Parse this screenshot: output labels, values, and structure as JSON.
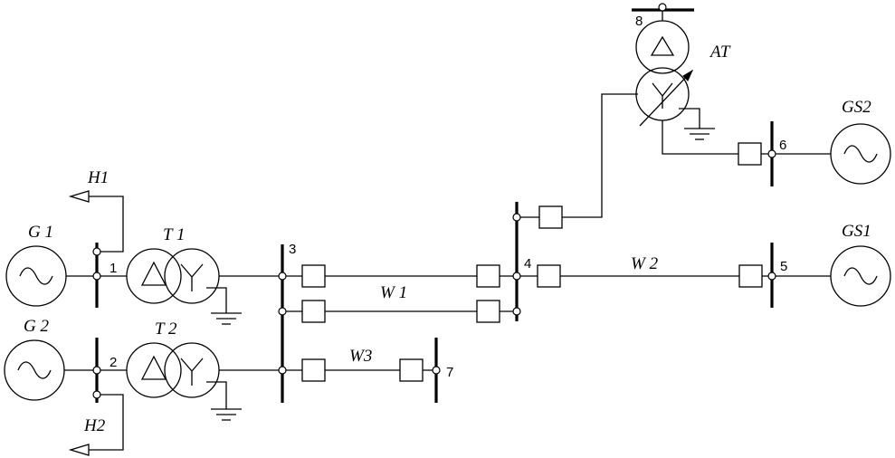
{
  "labels": {
    "g1": "G 1",
    "g2": "G 2",
    "t1": "T 1",
    "t2": "T 2",
    "h1": "H1",
    "h2": "H2",
    "w1": "W 1",
    "w2": "W 2",
    "w3": "W3",
    "gs1": "GS1",
    "gs2": "GS2",
    "at": "AT"
  },
  "buses": [
    "1",
    "2",
    "3",
    "4",
    "5",
    "6",
    "7",
    "8"
  ]
}
